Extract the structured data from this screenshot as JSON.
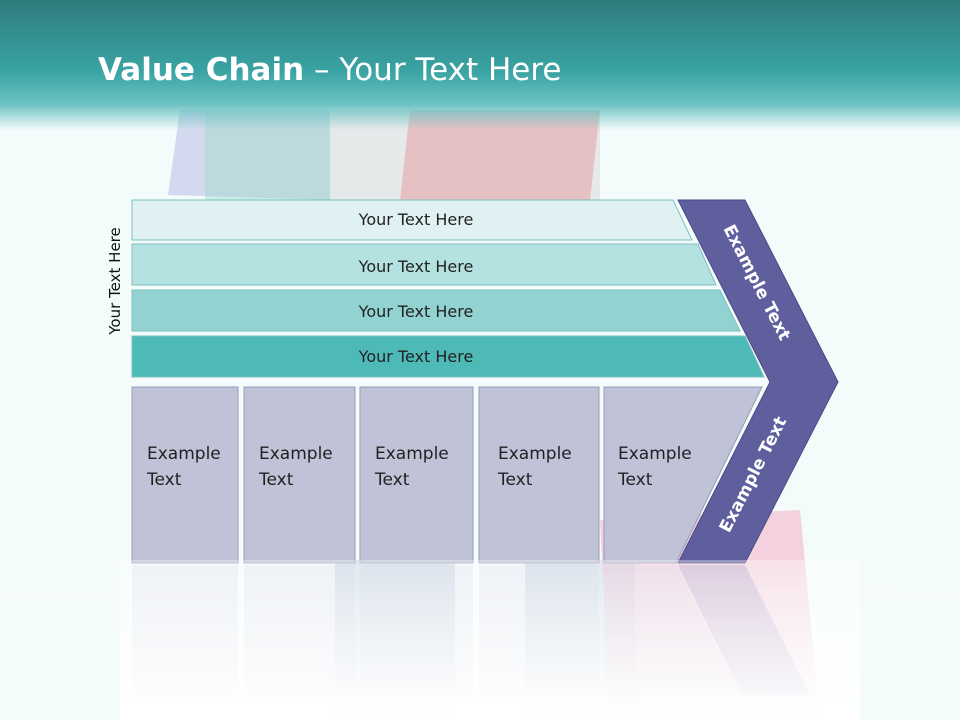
{
  "slide": {
    "title_bold": "Value Chain",
    "title_rest": " – Your Text Here",
    "side_label": "Your Text Here"
  },
  "bars": [
    {
      "label": "Your Text Here",
      "fill": "#dff1f3"
    },
    {
      "label": "Your Text Here",
      "fill": "#b4e2e1"
    },
    {
      "label": "Your Text Here",
      "fill": "#92d3d2"
    },
    {
      "label": "Your Text Here",
      "fill": "#4ebab8"
    }
  ],
  "boxes": [
    {
      "line1": "Example",
      "line2": "Text"
    },
    {
      "line1": "Example",
      "line2": "Text"
    },
    {
      "line1": "Example",
      "line2": "Text"
    },
    {
      "line1": "Example",
      "line2": "Text"
    },
    {
      "line1": "Example",
      "line2": "Text"
    }
  ],
  "chevron": {
    "upper_label": "Example Text",
    "lower_label": "Example Text",
    "fill": "#5f5f9e"
  },
  "colors": {
    "header": "#3aa3a3",
    "box_fill": "#c0c2d8",
    "box_stroke": "#9a9cb4"
  }
}
